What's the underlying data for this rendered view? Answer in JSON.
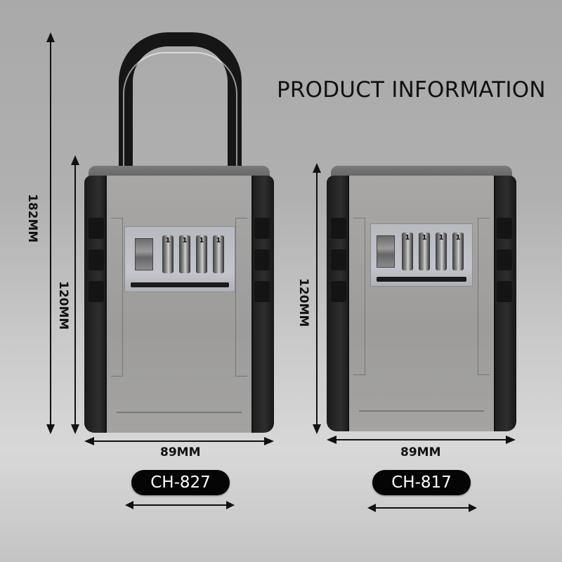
{
  "title": "PRODUCT INFORMATION",
  "colors": {
    "background_top": "#a9a9a9",
    "background_bottom": "#d8d8d8",
    "lock_face": "#a3a2a0",
    "lock_frame": "#1e1e1e",
    "badge_bg": "#050505",
    "badge_text": "#ffffff"
  },
  "products": [
    {
      "model": "CH-827",
      "total_height": "182MM",
      "body_height": "120MM",
      "width": "89MM",
      "has_shackle": true,
      "dials": [
        "1",
        "1",
        "1",
        "1"
      ]
    },
    {
      "model": "CH-817",
      "body_height": "120MM",
      "width": "89MM",
      "has_shackle": false,
      "dials": [
        "1",
        "1",
        "1",
        "1"
      ]
    }
  ]
}
